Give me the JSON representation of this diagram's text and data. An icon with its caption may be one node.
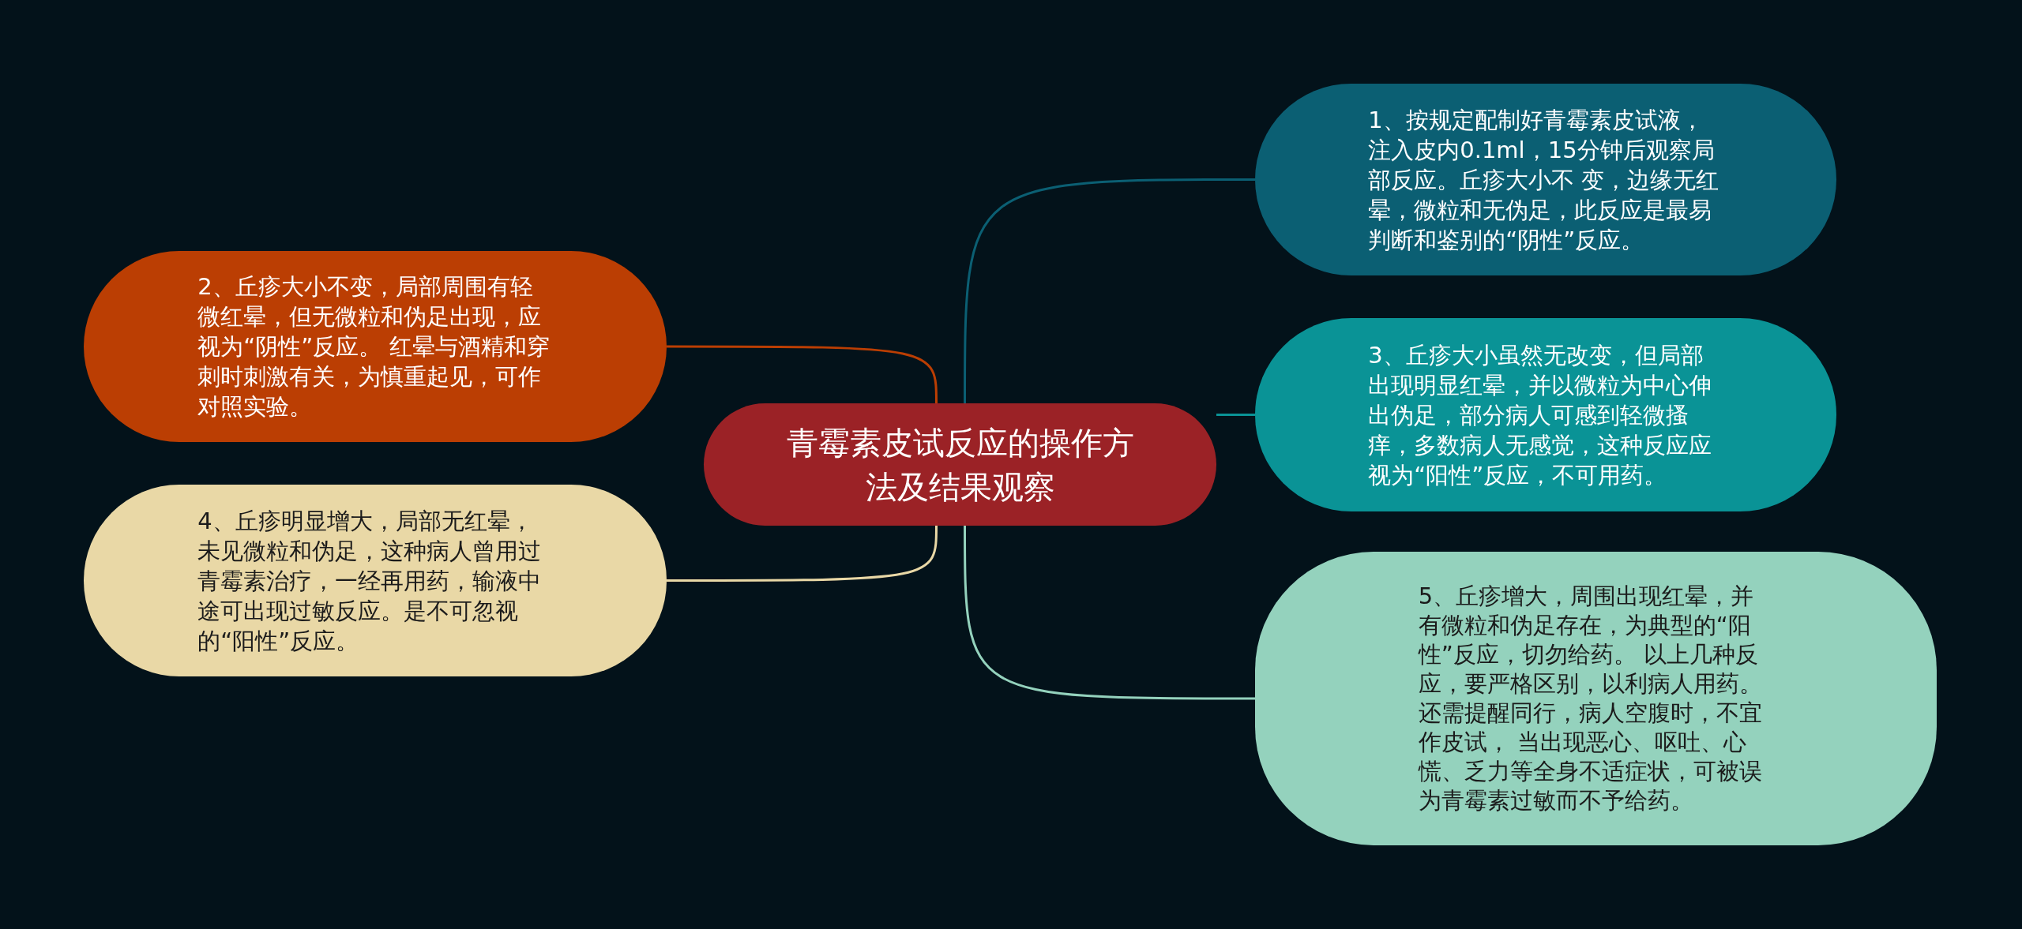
{
  "diagram": {
    "nodes": [
      {
        "text": [
          "青霉素皮试反应的操作方法及结果观察"
        ]
      },
      {
        "text": [
          "1、按规定配制好青霉素皮试液，注入皮内0.1ml，15分钟后观察局部反应。丘疹大小不 变，边缘无红晕，微粒和无伪足，此反应是最易判断和鉴别的“阴性”反应。"
        ]
      },
      {
        "text": [
          "2、丘疹大小不变，局部周围有轻微红晕，但无微粒和伪足出现，应视为“阴性”反应。 红晕与酒精和穿刺时刺激有关，为慎重起见，可作对照实验。"
        ]
      },
      {
        "text": [
          "3、丘疹大小虽然无改变，但局部出现明显红晕，并以微粒为中心伸出伪足，部分病人可感到轻微搔痒，多数病人无感觉，这种反应应视为“阳性”反应，不可用药。"
        ]
      },
      {
        "text": [
          "4、丘疹明显增大，局部无红晕，未见微粒和伪足，这种病人曾用过青霉素治疗，一经再用药，输液中途可出现过敏反应。是不可忽视的“阳性”反应。"
        ]
      },
      {
        "text": [
          "5、丘疹增大，周围出现红晕，并有微粒和伪足存在，为典型的“阳性”反应，切勿给药。 以上几种反应，要严格区别，以利病人用药。还需提醒同行，病人空腹时，不宜作皮试， 当出现恶心、呕吐、心慌、乏力等全身不适症状，可被误为青霉素过敏而不予给药。"
        ]
      }
    ],
    "edges": [
      {
        "from": 0,
        "to": 1,
        "arrow": "none",
        "color": "#0b5f73"
      },
      {
        "from": 0,
        "to": 2,
        "arrow": "none",
        "color": "#bb3e03"
      },
      {
        "from": 0,
        "to": 3,
        "arrow": "none",
        "color": "#0a9396"
      },
      {
        "from": 0,
        "to": 4,
        "arrow": "none",
        "color": "#e9d8a6"
      },
      {
        "from": 0,
        "to": 5,
        "arrow": "none",
        "color": "#94d2bd"
      }
    ]
  }
}
